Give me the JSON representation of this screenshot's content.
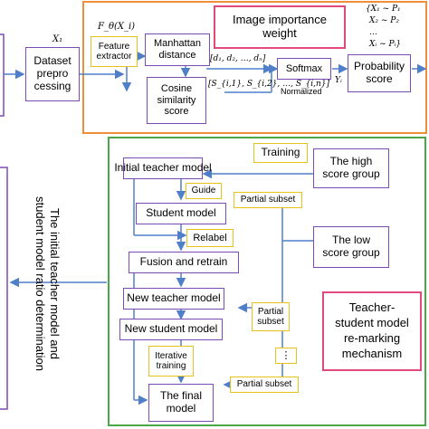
{
  "colors": {
    "orange": "#ef8e3b",
    "green": "#4aa84a",
    "purple": "#7b4bb4",
    "yellow": "#e8c21c",
    "pink": "#e0497a",
    "arrow": "#4f7fc8"
  },
  "top": {
    "x1": "X₁",
    "f_label": "F_θ(X_i)",
    "dataset": "Dataset preprocessing",
    "dataset_l1": "Dataset",
    "dataset_l2": "prepro",
    "dataset_l3": "cessing",
    "feature_l1": "Feature",
    "feature_l2": "extractor",
    "manhattan_l1": "Manhattan",
    "manhattan_l2": "distance",
    "cosine_l1": "Cosine",
    "cosine_l2": "similarity",
    "cosine_l3": "score",
    "title_l1": "Image importance",
    "title_l2": "weight",
    "d_seq": "[d₁, d₂, …, dₙ]",
    "s_seq": "[S_{i,1}, S_{i,2}, …, S_{i,n}]",
    "softmax": "Softmax",
    "normalized": "Normalized",
    "yi": "Yᵢ",
    "prob_l1": "Probability",
    "prob_l2": "score",
    "dist_1": "{X₁ ~ P₁",
    "dist_2": "X₂ ~ P₂",
    "dist_3": "…",
    "dist_4": "Xᵢ ~ Pᵢ}"
  },
  "bottom": {
    "vertical_l1": "The initial teacher model and",
    "vertical_l2": "student model ratio determination",
    "training": "Training",
    "initial_teacher": "Initial teacher model",
    "guide": "Guide",
    "partial_subset_1": "Partial subset",
    "student_model": "Student model",
    "relabel": "Relabel",
    "fusion": "Fusion and retrain",
    "new_teacher": "New teacher model",
    "partial_subset_2_l1": "Partial",
    "partial_subset_2_l2": "subset",
    "new_student": "New student model",
    "iterative_l1": "Iterative",
    "iterative_l2": "training",
    "ellipsis": "⋮",
    "partial_subset_3": "Partial subset",
    "final_l1": "The final",
    "final_l2": "model",
    "high_l1": "The high",
    "high_l2": "score group",
    "low_l1": "The low",
    "low_l2": "score group",
    "mech_l1": "Teacher-",
    "mech_l2": "student model",
    "mech_l3": "re-marking",
    "mech_l4": "mechanism"
  }
}
